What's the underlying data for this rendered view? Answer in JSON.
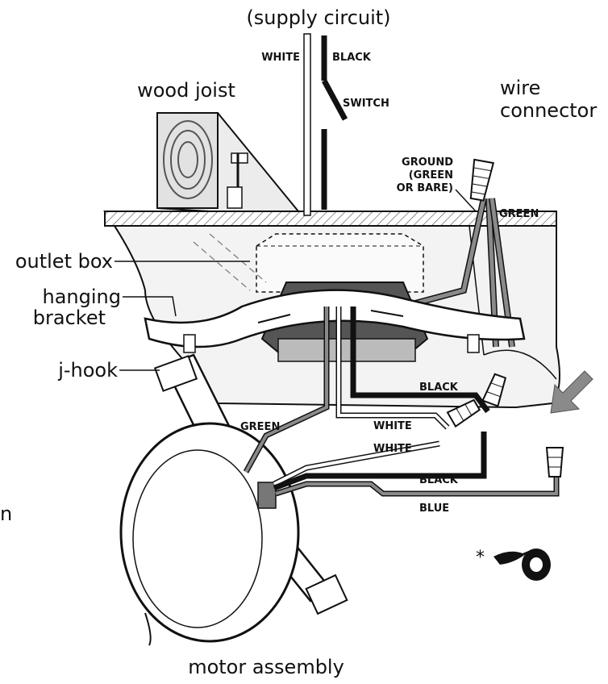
{
  "labels": {
    "supply_circuit": "(supply circuit)",
    "white_top": "WHITE",
    "black_top": "BLACK",
    "switch": "SWITCH",
    "wood_joist": "wood joist",
    "wire_connector_1": "wire",
    "wire_connector_2": "connector",
    "ground_1": "GROUND",
    "ground_2": "(GREEN",
    "ground_3": "OR BARE)",
    "green_right": "GREEN",
    "outlet_box": "outlet box",
    "hanging_bracket_1": "hanging",
    "hanging_bracket_2": "bracket",
    "j_hook": "j-hook",
    "black_mid": "BLACK",
    "green_mid": "GREEN",
    "white_mid_1": "WHITE",
    "white_mid_2": "WHITE",
    "black_low": "BLACK",
    "blue": "BLUE",
    "asterisk": "*",
    "motor_assembly": "motor assembly",
    "cut_edge_letter": "n"
  },
  "colors": {
    "ink": "#111111",
    "wire_gray": "#7a7a7a",
    "wire_white": "#ffffff",
    "wire_black": "#111111",
    "panel_fill": "#f1f1f1",
    "arrow_gray": "#8a8a8a"
  },
  "icons": {
    "electrical_tape": "electrical-tape-icon",
    "install_arrow": "down-left-arrow-icon"
  }
}
